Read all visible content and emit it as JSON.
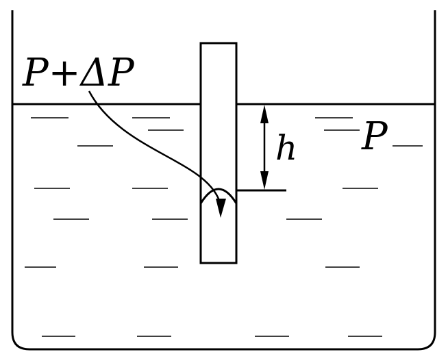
{
  "labels": {
    "capillary_pressure": "P+ΔP",
    "ambient_pressure": "P",
    "height": "h"
  },
  "colors": {
    "stroke": "#000000",
    "background": "#ffffff"
  }
}
